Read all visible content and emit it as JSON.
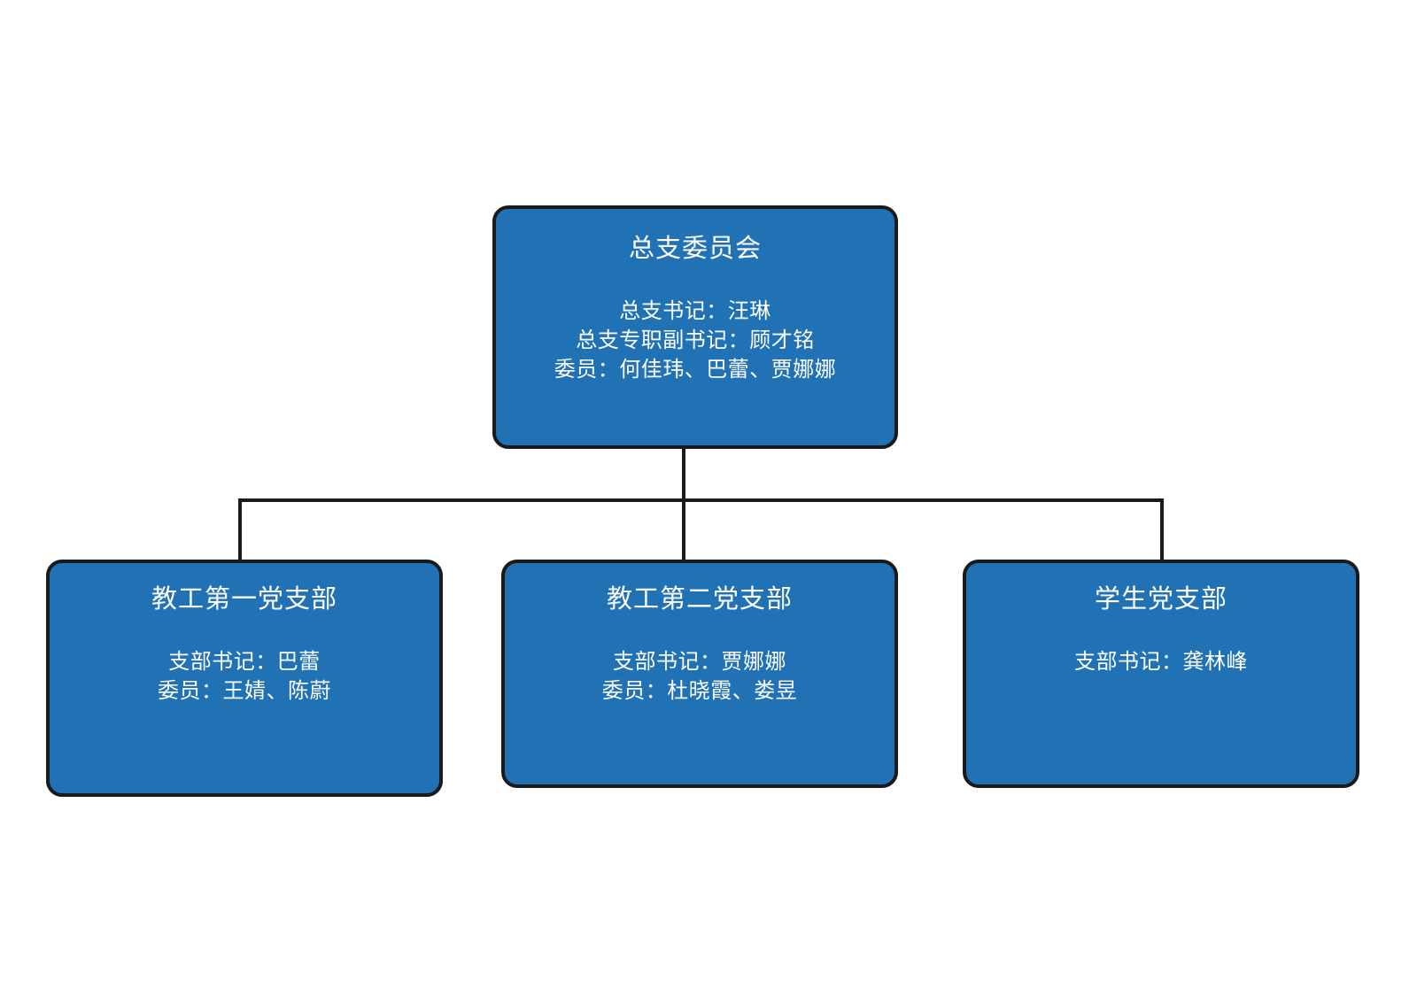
{
  "chart": {
    "type": "org-chart",
    "background_color": "#FFFFFF",
    "node_fill_color": "#2171B5",
    "node_border_color": "#1A1A1A",
    "node_text_color": "#FFFFFF",
    "connector_color": "#1A1A1A"
  },
  "root": {
    "title": "总支委员会",
    "lines": [
      "总支书记：汪琳",
      "总支专职副书记：顾才铭",
      "委员：何佳玮、巴蕾、贾娜娜"
    ]
  },
  "children": [
    {
      "title": "教工第一党支部",
      "lines": [
        "支部书记：巴蕾",
        "委员：王婧、陈蔚"
      ]
    },
    {
      "title": "教工第二党支部",
      "lines": [
        "支部书记：贾娜娜",
        "委员：杜晓霞、娄昱"
      ]
    },
    {
      "title": "学生党支部",
      "lines": [
        "支部书记：龚林峰"
      ]
    }
  ]
}
